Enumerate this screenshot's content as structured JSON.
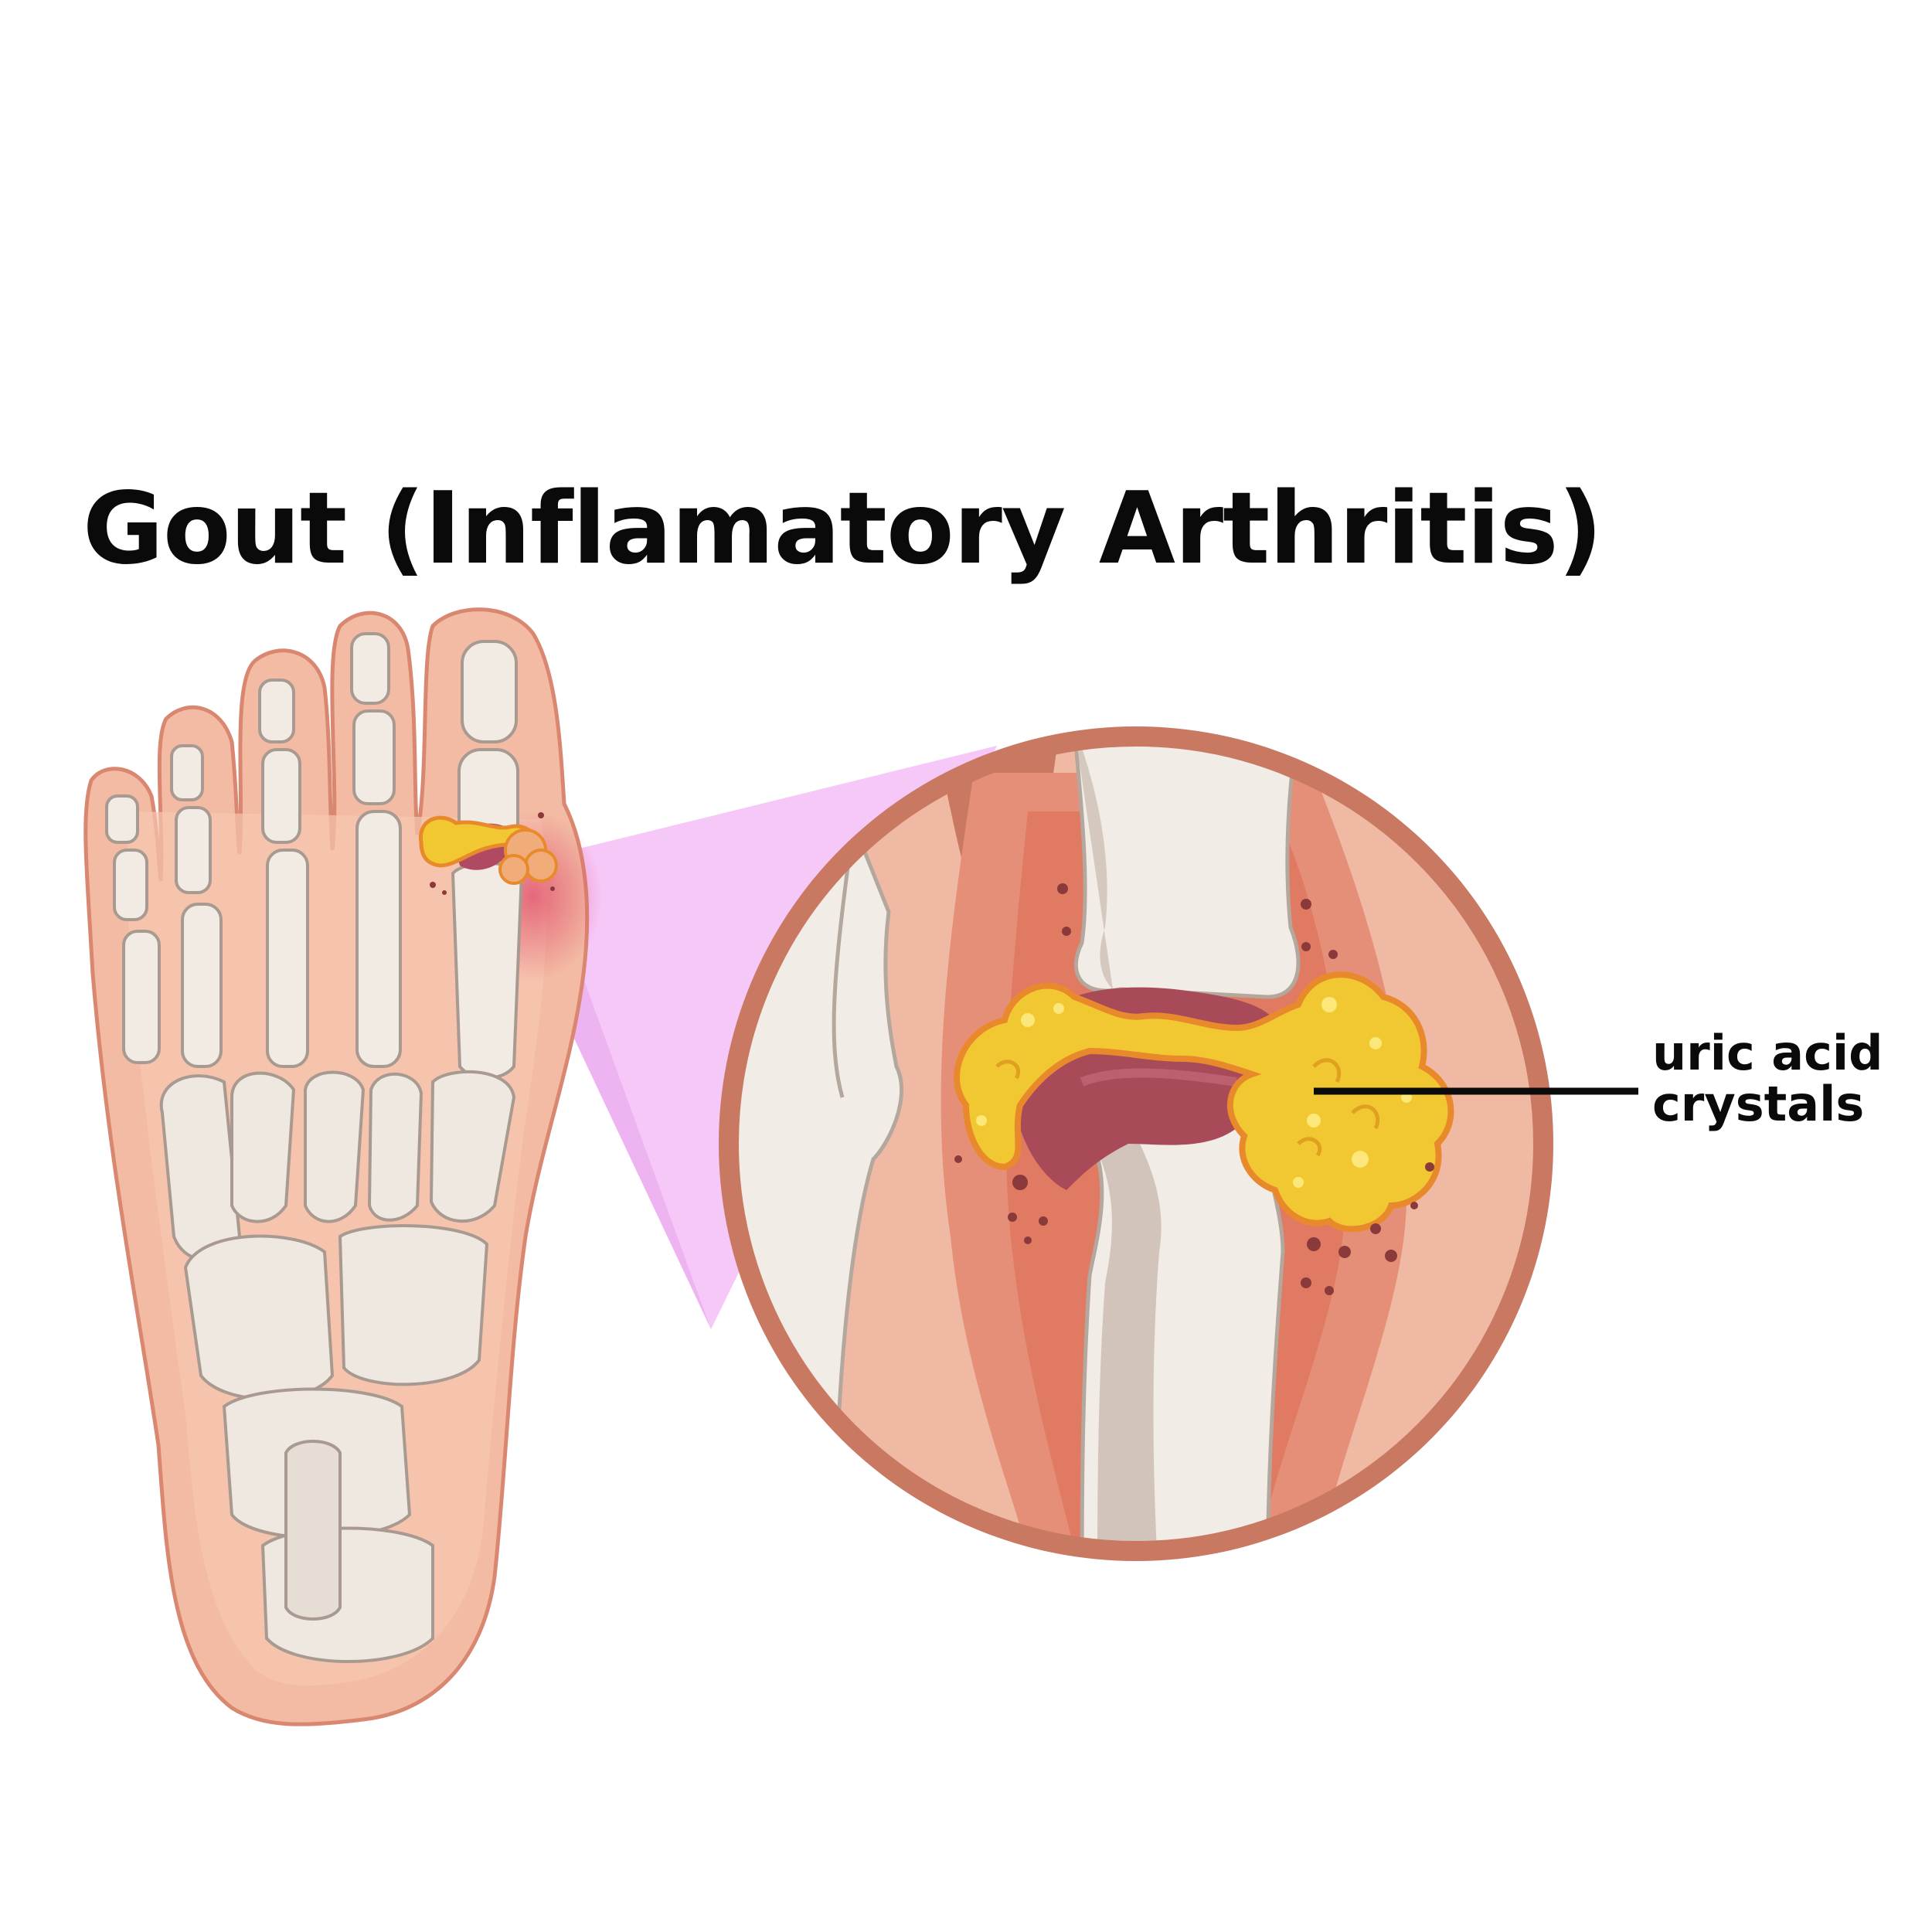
{
  "title": "Gout (Inflamatory Arthritis)",
  "callout": {
    "line1": "uric acid",
    "line2": "crystals"
  },
  "colors": {
    "skin": "#f4b9a2",
    "skin_outline": "#d98770",
    "bone": "#f2ece6",
    "bone_shade": "#d2c4ba",
    "inflammation": "#e0745a",
    "crystal": "#f2c832",
    "crystal_outline": "#e88a2c",
    "joint_cavity": "#a84a58",
    "zoom_highlight": "#f5c5f5",
    "lens_ring": "#c97862"
  }
}
